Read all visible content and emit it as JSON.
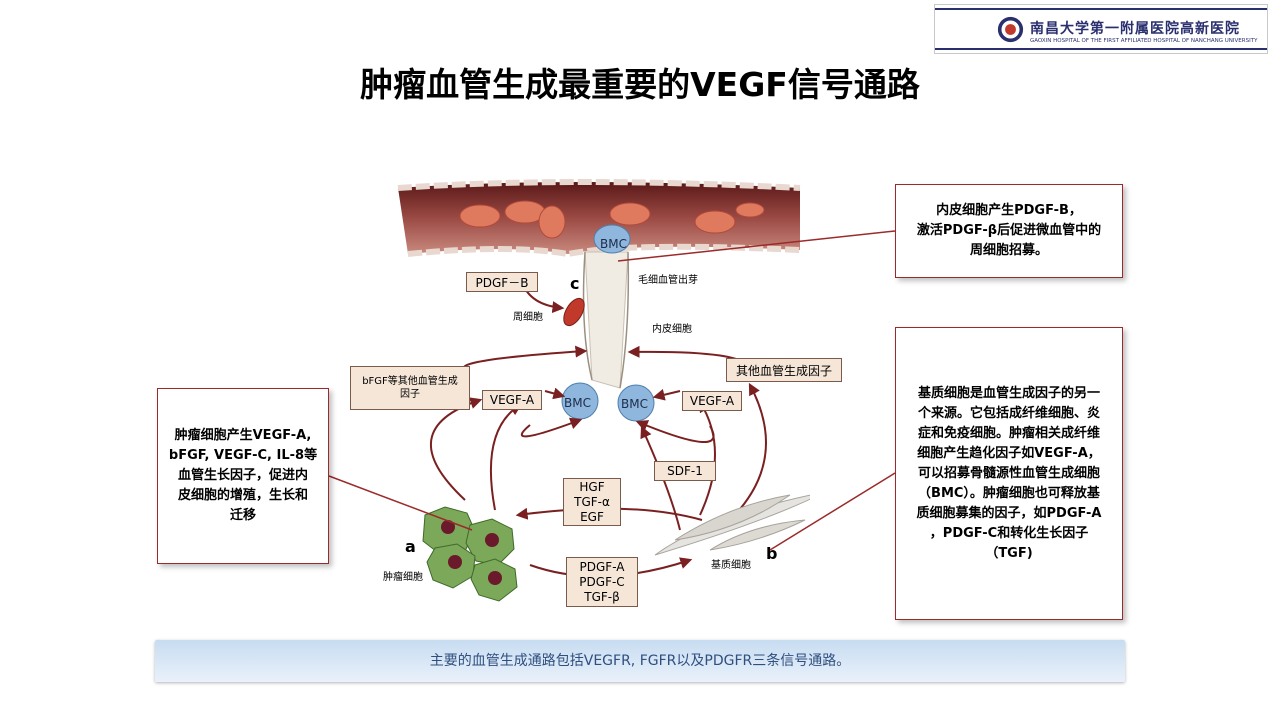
{
  "logo": {
    "name": "南昌大学第一附属医院高新医院",
    "sub": "GAOXIN HOSPITAL OF THE FIRST AFFILIATED HOSPITAL OF NANCHANG UNIVERSITY"
  },
  "title": "肿瘤血管生成最重要的VEGF信号通路",
  "diagram": {
    "bmc_top": "BMC",
    "bmc_left": "BMC",
    "bmc_right": "BMC",
    "pdgf_b": "PDGF－B",
    "letter_c": "c",
    "sprout": "毛细血管出芽",
    "pericyte": "周细胞",
    "endothelial": "内皮细胞",
    "bfgf_box": "bFGF等其他血管生成因子",
    "other_factors": "其他血管生成因子",
    "vegfa_left": "VEGF-A",
    "vegfa_right": "VEGF-A",
    "sdf1": "SDF-1",
    "hgf_box": [
      "HGF",
      "TGF-α",
      "EGF"
    ],
    "pdgf_box": [
      "PDGF-A",
      "PDGF-C",
      "TGF-β"
    ],
    "letter_a": "a",
    "tumor_cell": "肿瘤细胞",
    "letter_b": "b",
    "stromal_cell": "基质细胞"
  },
  "callouts": {
    "top": [
      "内皮细胞产生PDGF-B，",
      "激活PDGF-β后促进微血管中的",
      "周细胞招募。"
    ],
    "left": [
      "肿瘤细胞产生VEGF-A,",
      "bFGF, VEGF-C, IL-8等",
      "血管生长因子，促进内",
      "皮细胞的增殖，生长和",
      "迁移"
    ],
    "right": [
      "基质细胞是血管生成因子的另一",
      "个来源。它包括成纤维细胞、炎",
      "症和免疫细胞。肿瘤相关成纤维",
      "细胞产生趋化因子如VEGF-A，",
      "可以招募骨髓源性血管生成细胞",
      "（BMC）。肿瘤细胞也可释放基",
      "质细胞募集的因子，如PDGF-A",
      "，PDGF-C和转化生长因子",
      "（TGF)"
    ]
  },
  "footer": "主要的血管生成通路包括VEGFR, FGFR以及PDGFR三条信号通路。"
}
